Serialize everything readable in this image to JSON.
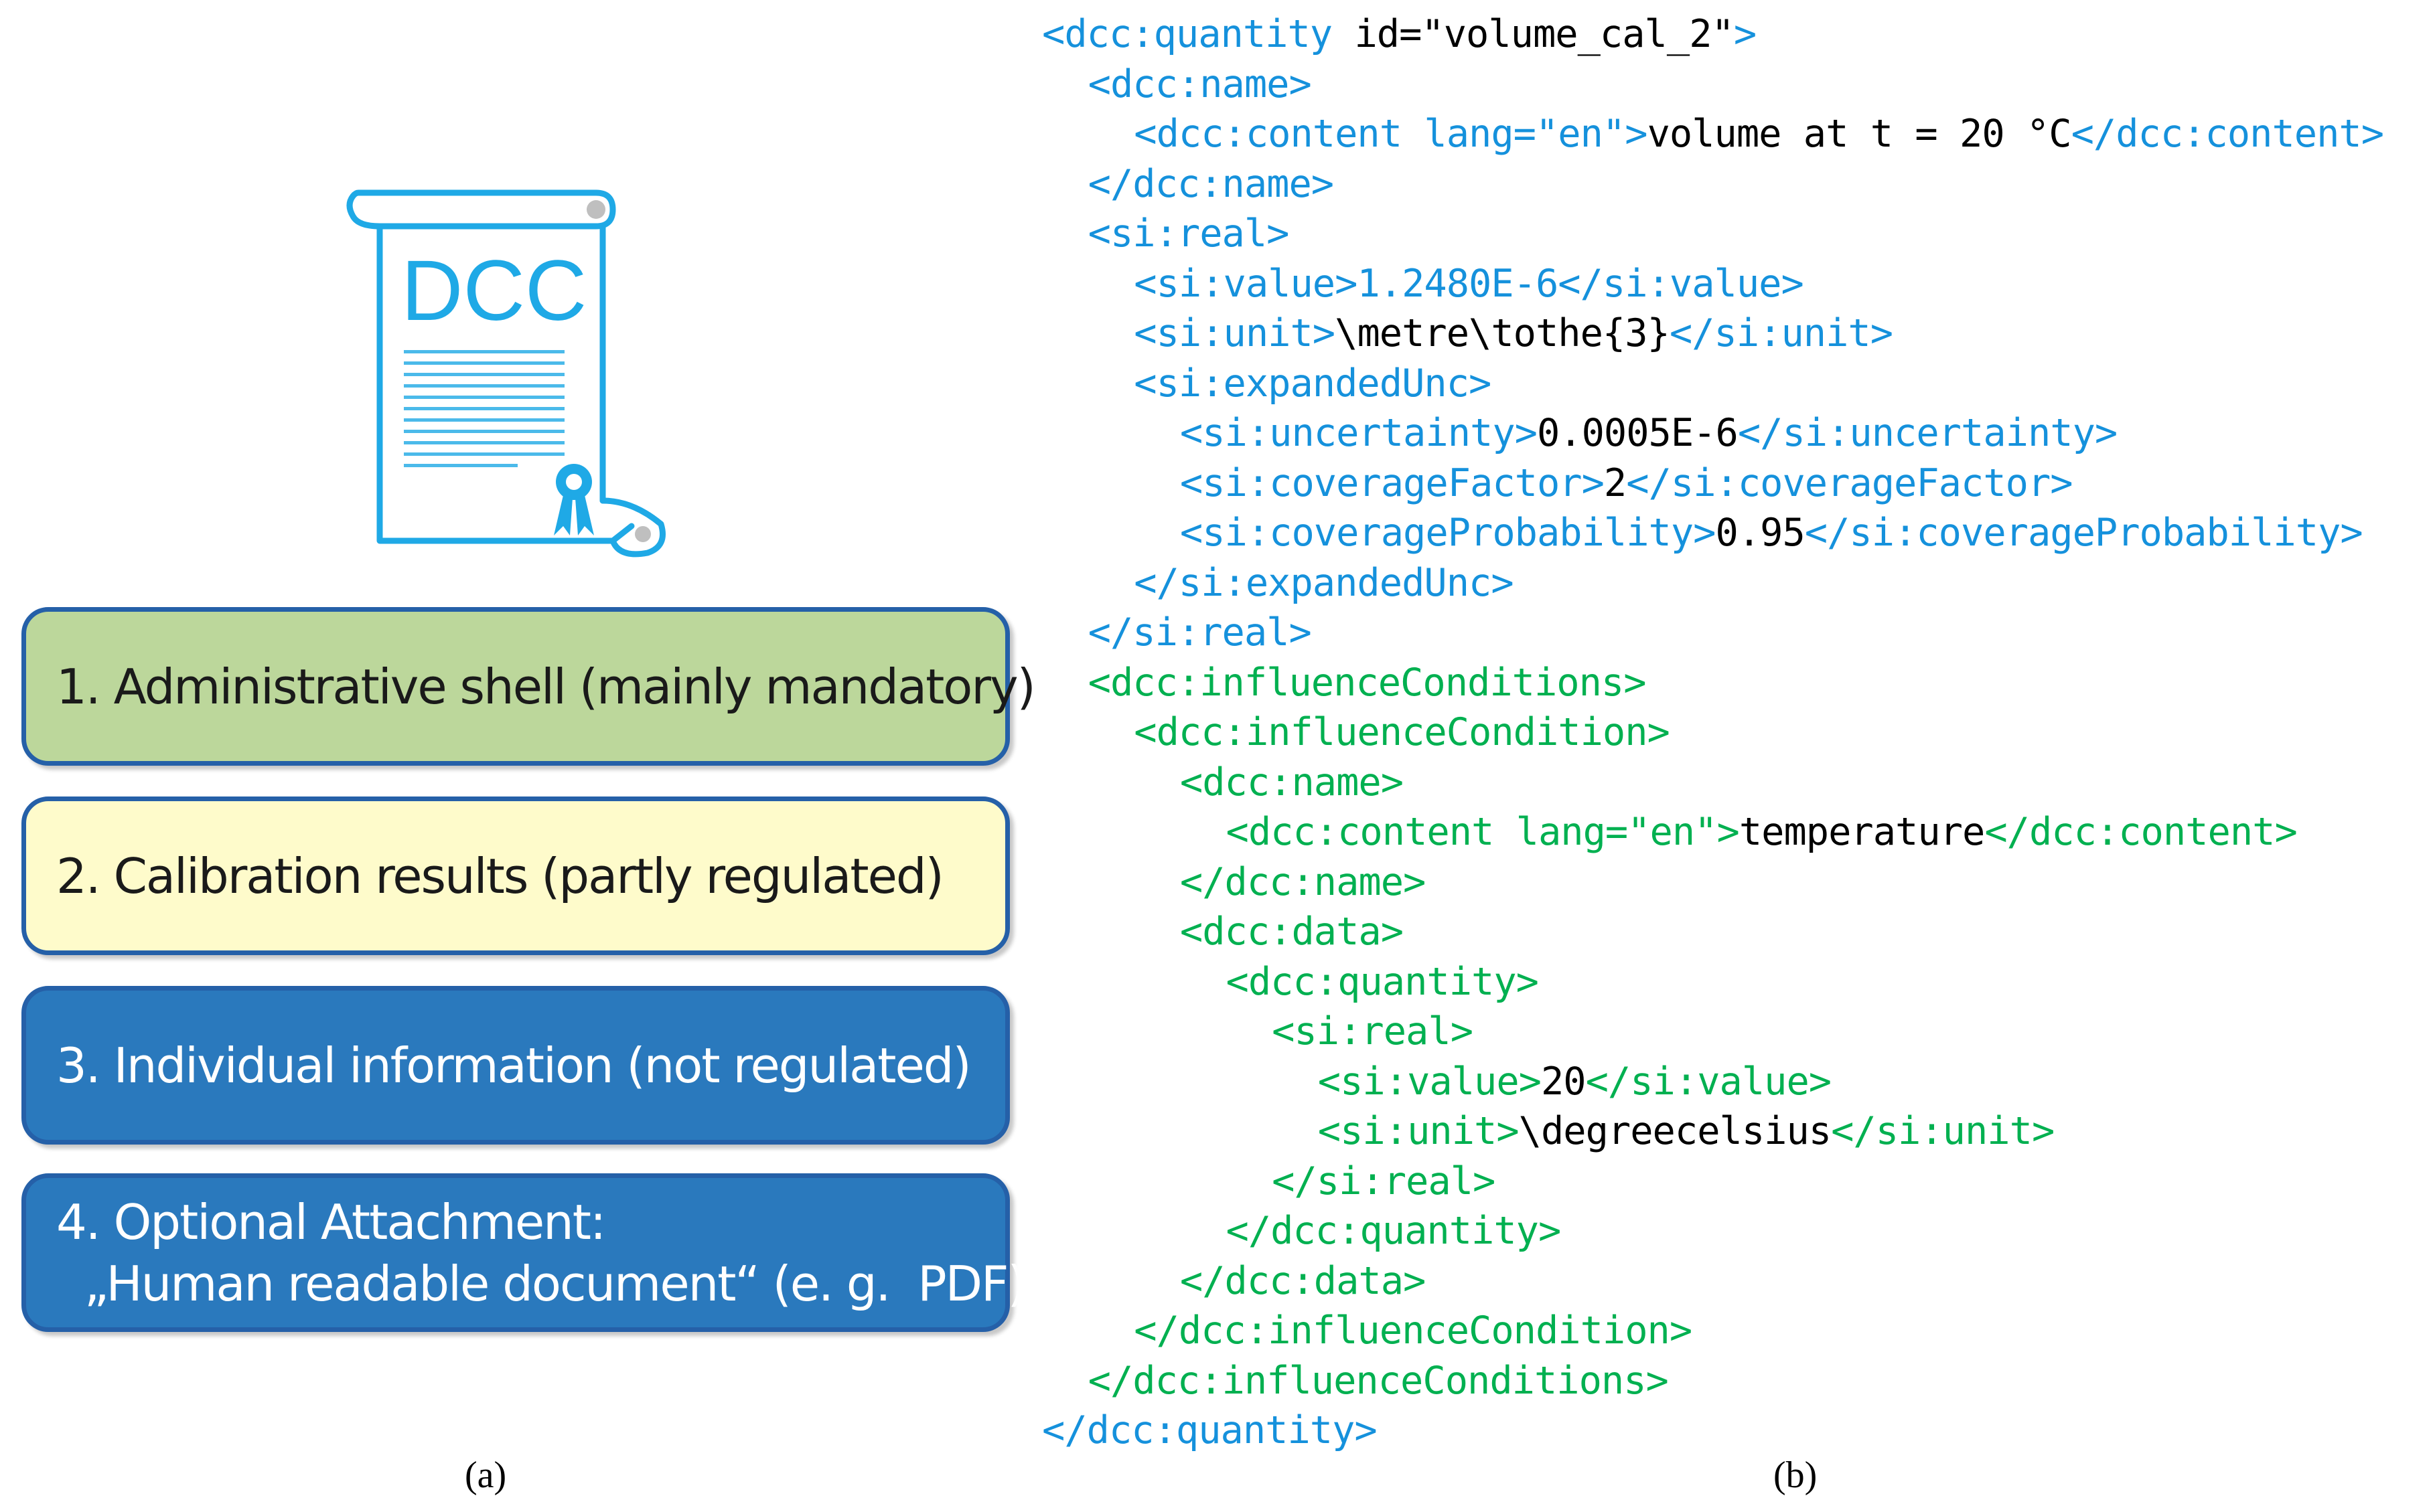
{
  "left_panel": {
    "icon": {
      "name": "dcc-scroll-icon",
      "label": "DCC",
      "color": "#1fa9e6"
    },
    "sections": [
      {
        "lines": [
          "1. Administrative shell (mainly mandatory)"
        ],
        "fill": "#bcd79b",
        "text_color": "#1a1a1a"
      },
      {
        "lines": [
          "2. Calibration results (partly regulated)"
        ],
        "fill": "#fefbcb",
        "text_color": "#1a1a1a"
      },
      {
        "lines": [
          "3. Individual information (not regulated)"
        ],
        "fill": "#2a79bd",
        "text_color": "#ffffff"
      },
      {
        "lines": [
          "4. Optional Attachment:",
          "  „Human readable document“ (e. g.  PDF)"
        ],
        "fill": "#2a79bd",
        "text_color": "#ffffff"
      }
    ],
    "caption": "(a)"
  },
  "right_panel": {
    "caption": "(b)",
    "colors": {
      "dcc": "#1591dc",
      "si": "#1591dc",
      "influence": "#00b050",
      "value": "#000000"
    },
    "xml_lines": [
      {
        "indent": 0,
        "segments": [
          {
            "t": "<dcc:quantity ",
            "c": "dcc"
          },
          {
            "t": "id=\"volume_cal_2\"",
            "c": "value"
          },
          {
            "t": ">",
            "c": "dcc"
          }
        ]
      },
      {
        "indent": 1,
        "segments": [
          {
            "t": "<dcc:name>",
            "c": "dcc"
          }
        ]
      },
      {
        "indent": 2,
        "segments": [
          {
            "t": "<dcc:content lang=\"en\">",
            "c": "dcc"
          },
          {
            "t": "volume at t = 20 °C",
            "c": "value"
          },
          {
            "t": "</dcc:content>",
            "c": "dcc"
          }
        ]
      },
      {
        "indent": 1,
        "segments": [
          {
            "t": "</dcc:name>",
            "c": "dcc"
          }
        ]
      },
      {
        "indent": 1,
        "segments": [
          {
            "t": "<si:real>",
            "c": "si"
          }
        ]
      },
      {
        "indent": 2,
        "segments": [
          {
            "t": "<si:value>",
            "c": "si"
          },
          {
            "t": "1.2480E-6",
            "c": "si"
          },
          {
            "t": "</si:value>",
            "c": "si"
          }
        ]
      },
      {
        "indent": 2,
        "segments": [
          {
            "t": "<si:unit>",
            "c": "si"
          },
          {
            "t": "\\metre\\tothe{3}",
            "c": "value"
          },
          {
            "t": "</si:unit>",
            "c": "si"
          }
        ]
      },
      {
        "indent": 2,
        "segments": [
          {
            "t": "<si:expandedUnc>",
            "c": "si"
          }
        ]
      },
      {
        "indent": 3,
        "segments": [
          {
            "t": "<si:uncertainty>",
            "c": "si"
          },
          {
            "t": "0.0005E-6",
            "c": "value"
          },
          {
            "t": "</si:uncertainty>",
            "c": "si"
          }
        ]
      },
      {
        "indent": 3,
        "segments": [
          {
            "t": "<si:coverageFactor>",
            "c": "si"
          },
          {
            "t": "2",
            "c": "value"
          },
          {
            "t": "</si:coverageFactor>",
            "c": "si"
          }
        ]
      },
      {
        "indent": 3,
        "segments": [
          {
            "t": "<si:coverageProbability>",
            "c": "si"
          },
          {
            "t": "0.95",
            "c": "value"
          },
          {
            "t": "</si:coverageProbability>",
            "c": "si"
          }
        ]
      },
      {
        "indent": 2,
        "segments": [
          {
            "t": "</si:expandedUnc>",
            "c": "si"
          }
        ]
      },
      {
        "indent": 1,
        "segments": [
          {
            "t": "</si:real>",
            "c": "si"
          }
        ]
      },
      {
        "indent": 1,
        "segments": [
          {
            "t": "<dcc:influenceConditions>",
            "c": "influence"
          }
        ]
      },
      {
        "indent": 2,
        "segments": [
          {
            "t": "<dcc:influenceCondition>",
            "c": "influence"
          }
        ]
      },
      {
        "indent": 3,
        "segments": [
          {
            "t": "<dcc:name>",
            "c": "influence"
          }
        ]
      },
      {
        "indent": 4,
        "segments": [
          {
            "t": "<dcc:content lang=\"en\">",
            "c": "influence"
          },
          {
            "t": "temperature",
            "c": "value"
          },
          {
            "t": "</dcc:content>",
            "c": "influence"
          }
        ]
      },
      {
        "indent": 3,
        "segments": [
          {
            "t": "</dcc:name>",
            "c": "influence"
          }
        ]
      },
      {
        "indent": 3,
        "segments": [
          {
            "t": "<dcc:data>",
            "c": "influence"
          }
        ]
      },
      {
        "indent": 4,
        "segments": [
          {
            "t": "<dcc:quantity>",
            "c": "influence"
          }
        ]
      },
      {
        "indent": 5,
        "segments": [
          {
            "t": "<si:real>",
            "c": "influence"
          }
        ]
      },
      {
        "indent": 6,
        "segments": [
          {
            "t": "<si:value>",
            "c": "influence"
          },
          {
            "t": "20",
            "c": "value"
          },
          {
            "t": "</si:value>",
            "c": "influence"
          }
        ]
      },
      {
        "indent": 6,
        "segments": [
          {
            "t": "<si:unit>",
            "c": "influence"
          },
          {
            "t": "\\degreecelsius",
            "c": "value"
          },
          {
            "t": "</si:unit>",
            "c": "influence"
          }
        ]
      },
      {
        "indent": 5,
        "segments": [
          {
            "t": "</si:real>",
            "c": "influence"
          }
        ]
      },
      {
        "indent": 4,
        "segments": [
          {
            "t": "</dcc:quantity>",
            "c": "influence"
          }
        ]
      },
      {
        "indent": 3,
        "segments": [
          {
            "t": "</dcc:data>",
            "c": "influence"
          }
        ]
      },
      {
        "indent": 2,
        "segments": [
          {
            "t": "</dcc:influenceCondition>",
            "c": "influence"
          }
        ]
      },
      {
        "indent": 1,
        "segments": [
          {
            "t": "</dcc:influenceConditions>",
            "c": "influence"
          }
        ]
      },
      {
        "indent": 0,
        "segments": [
          {
            "t": "</dcc:quantity>",
            "c": "dcc"
          }
        ]
      }
    ]
  }
}
